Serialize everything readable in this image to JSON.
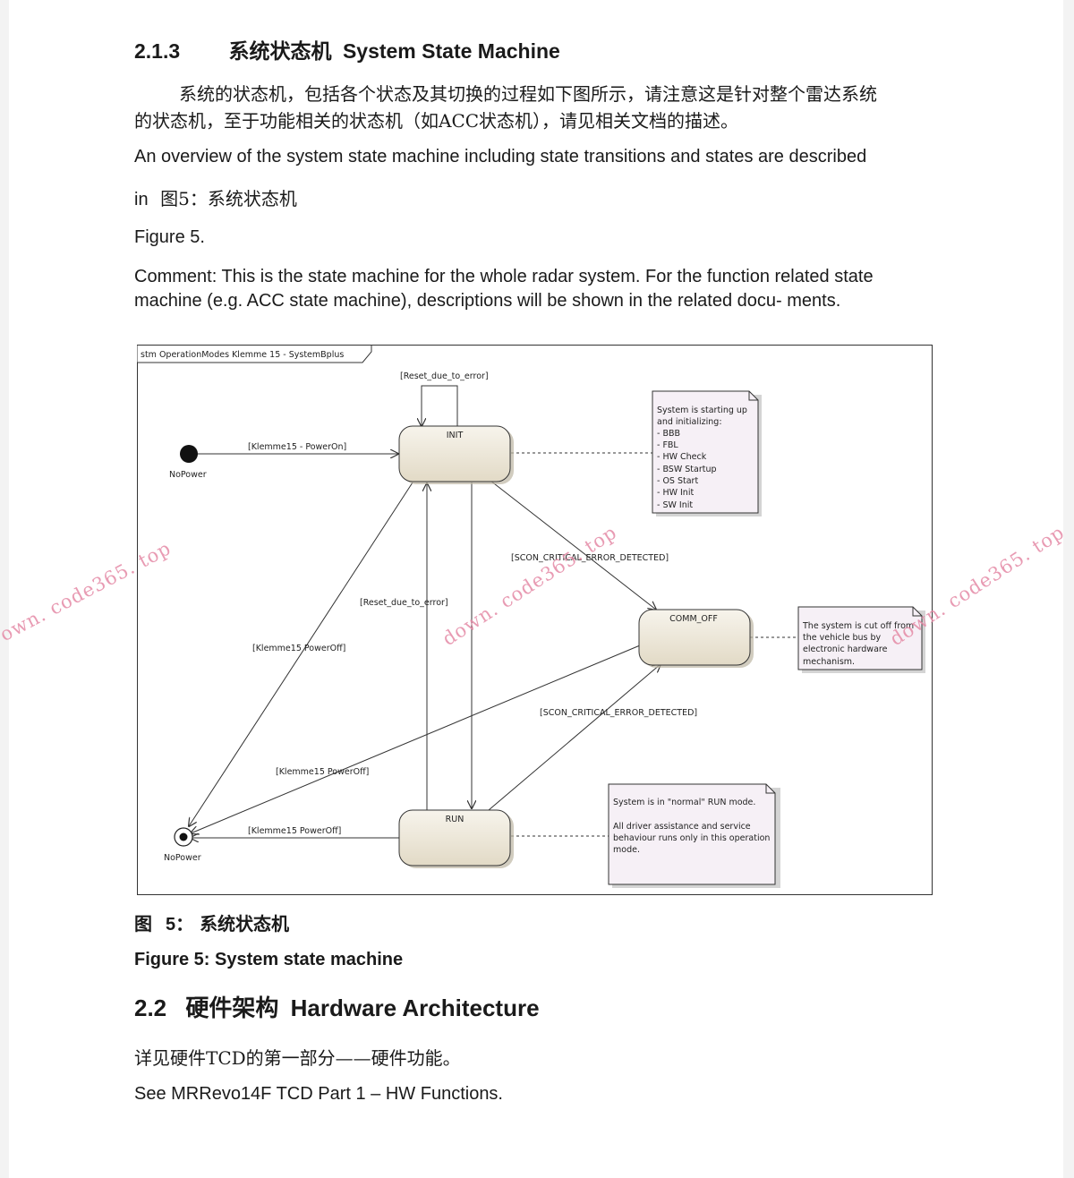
{
  "section_213": {
    "number": "2.1.3",
    "title_cn": "系统状态机",
    "title_en": "System State Machine"
  },
  "para_cn": {
    "line1": "系统的状态机，包括各个状态及其切换的过程如下图所示，请注意这是针对整个雷达系统",
    "line2": "的状态机，至于功能相关的状态机（如ACC状态机），请见相关文档的描述。"
  },
  "para_en": {
    "line1": "An overview of the system state machine including state transitions and states are described",
    "line2_prefix": "in",
    "line2_ref": "图5：系统状态机",
    "line3": "Figure 5."
  },
  "comment": {
    "line1": "Comment: This is the state machine for the whole radar system. For the function related  state",
    "line2": "machine (e.g. ACC state machine), descriptions will be shown in the related docu- ments."
  },
  "diagram": {
    "frame_title": "stm OperationModes Klemme 15 - SystemBplus",
    "states": {
      "init": "INIT",
      "comm_off": "COMM_OFF",
      "run": "RUN"
    },
    "initial_label": "NoPower",
    "final_label": "NoPower",
    "transitions": {
      "reset_top": "[Reset_due_to_error]",
      "power_on": "[Klemme15 - PowerOn]",
      "scon_upper": "[SCON_CRITICAL_ERROR_DETECTED]",
      "reset_mid": "[Reset_due_to_error]",
      "klemme_off_left": "[Klemme15 PowerOff]",
      "scon_lower": "[SCON_CRITICAL_ERROR_DETECTED]",
      "klemme_off_mid": "[Klemme15 PowerOff]",
      "klemme_off_bottom": "[Klemme15 PowerOff]"
    },
    "note_init": [
      "System is starting up",
      "and initializing:",
      "- BBB",
      "- FBL",
      "- HW Check",
      "- BSW Startup",
      "- OS Start",
      "- HW Init",
      "- SW Init"
    ],
    "note_comm": [
      "The system is cut off from",
      "the vehicle bus by",
      "electronic hardware",
      "mechanism."
    ],
    "note_run": [
      "System is in \"normal\" RUN mode.",
      "",
      "All driver assistance and service",
      "behaviour runs only in this operation",
      "mode."
    ]
  },
  "figure_caption": {
    "cn_prefix": "图",
    "cn_num": "5：",
    "cn_text": "系统状态机",
    "en": "Figure 5: System state machine"
  },
  "section_22": {
    "number": "2.2",
    "title_cn": "硬件架构",
    "title_en": "Hardware Architecture"
  },
  "hw_para": {
    "cn": "详见硬件TCD的第一部分——硬件功能。",
    "en": "See MRRevo14F TCD Part 1 – HW Functions."
  },
  "watermarks": {
    "w1": "own. code365. top",
    "w2": "down. code365. top",
    "w3": "down. code365. top"
  },
  "colors": {
    "state_fill": "#ece6d6",
    "note_fill": "#f6f0f6",
    "watermark": "#e58aa6"
  }
}
